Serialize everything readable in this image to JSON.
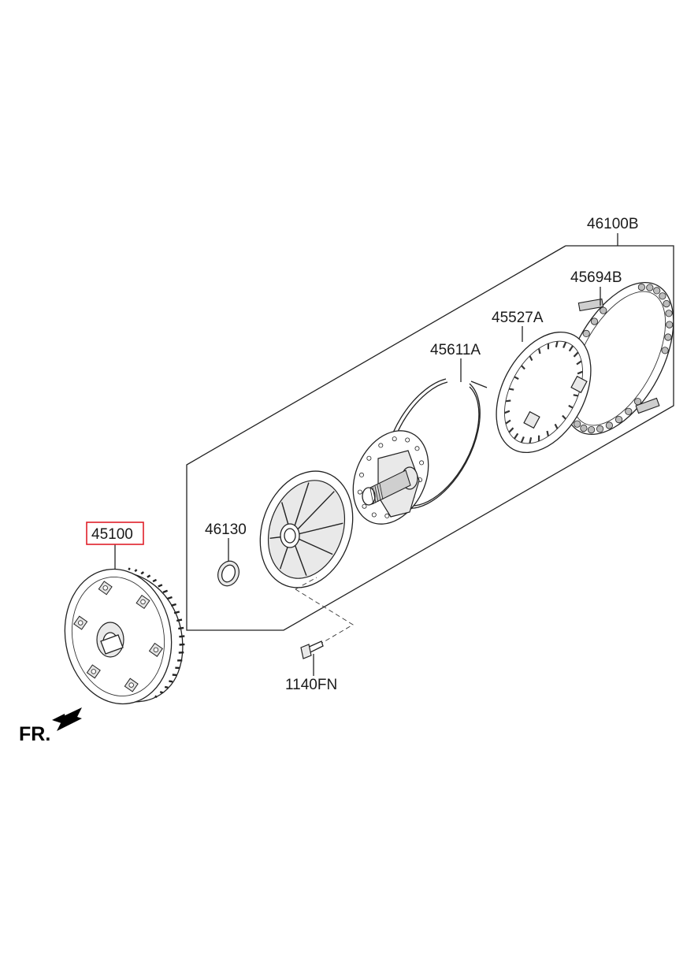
{
  "parts": {
    "assembly": "46100B",
    "clutch_pack": "45694B",
    "reaction_plate": "45527A",
    "seal_ring": "45611A",
    "oil_seal": "46130",
    "torque_converter": "45100",
    "bolt": "1140FN"
  },
  "highlighted_part": "45100",
  "direction_label": "FR.",
  "colors": {
    "highlight": "#e0202a",
    "line": "#222222"
  }
}
